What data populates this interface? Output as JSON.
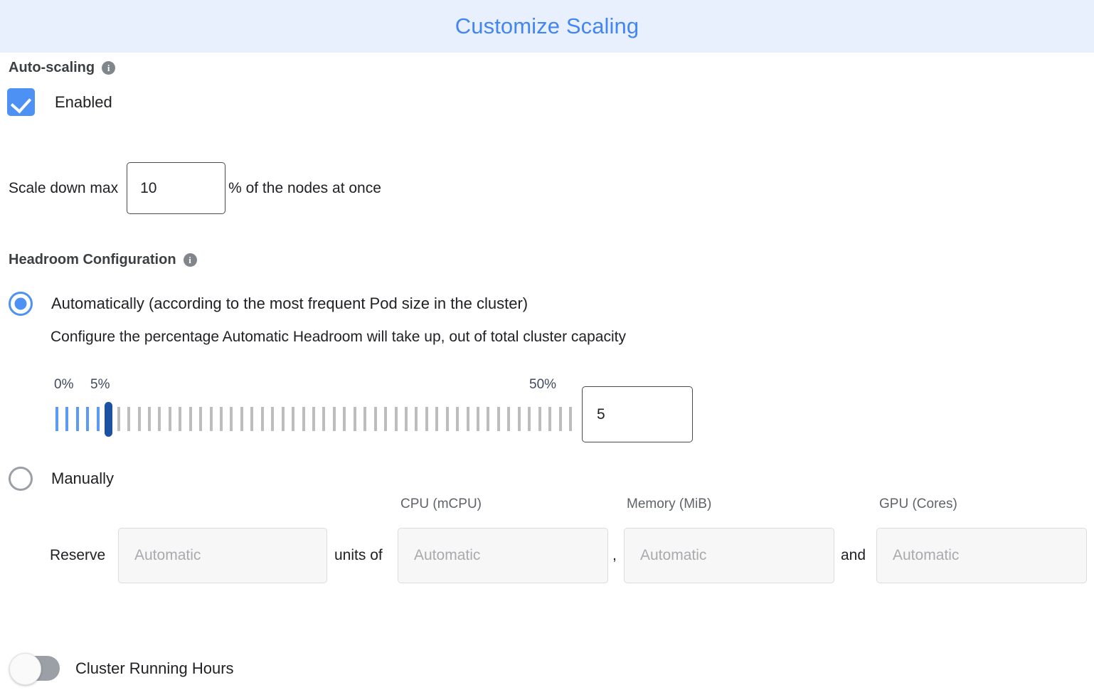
{
  "header": {
    "title": "Customize Scaling"
  },
  "autoscaling": {
    "heading": "Auto-scaling",
    "info_icon": "info-icon",
    "enabled_label": "Enabled",
    "enabled_checked": true,
    "scale_down": {
      "prefix_label": "Scale down max",
      "value": "10",
      "suffix_label": "% of the nodes at once"
    }
  },
  "headroom": {
    "heading": "Headroom Configuration",
    "info_icon": "info-icon",
    "mode": "automatic",
    "automatic": {
      "label": "Automatically (according to the most frequent Pod size in the cluster)",
      "description": "Configure the percentage Automatic Headroom will take up, out of total cluster capacity",
      "slider": {
        "min_label": "0%",
        "current_label": "5%",
        "max_label": "50%",
        "min": 0,
        "max": 50,
        "value": 5,
        "tick_count": 51,
        "filled_color": "#5b9af6",
        "empty_color": "#bdbdbd",
        "thumb_color": "#1b52a3"
      },
      "percent_value": "5"
    },
    "manual": {
      "label": "Manually",
      "column_headers": {
        "cpu": "CPU (mCPU)",
        "memory": "Memory (MiB)",
        "gpu": "GPU (Cores)"
      },
      "reserve_label": "Reserve",
      "units_of_label": "units of",
      "comma_label": ",",
      "and_label": "and",
      "units_value": "",
      "units_placeholder": "Automatic",
      "cpu_value": "",
      "cpu_placeholder": "Automatic",
      "memory_value": "",
      "memory_placeholder": "Automatic",
      "gpu_value": "",
      "gpu_placeholder": "Automatic"
    }
  },
  "cluster_running_hours": {
    "label": "Cluster Running Hours",
    "enabled": false
  },
  "colors": {
    "accent_blue": "#4285f4",
    "header_bg": "#e9f0fd",
    "slider_fill": "#5b9af6",
    "slider_thumb": "#1b52a3",
    "toggle_off": "#9aa0a6"
  }
}
